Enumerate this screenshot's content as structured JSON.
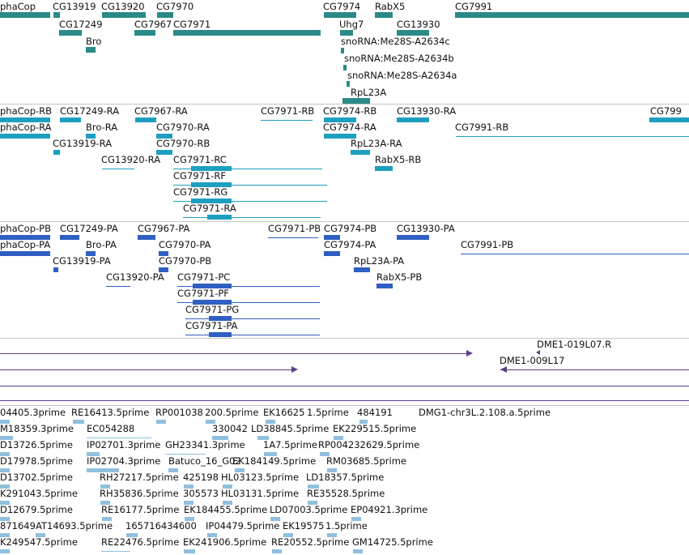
{
  "colors": {
    "gene": "#2a8a87",
    "cdna": "#1e9fc0",
    "protein": "#2f5fc2",
    "ests": "#8fc0dd",
    "bac": "#5b3f86",
    "separator": "#c4c4c4"
  },
  "genes": {
    "labels": [
      "phaCop",
      "CG13919",
      "CG13920",
      "CG7970",
      "CG17249",
      "Bro",
      "CG7967",
      "CG7971",
      "CG7974",
      "RabX5",
      "CG7991",
      "Uhg7",
      "CG13930",
      "snoRNA:Me28S-A2634c",
      "snoRNA:Me28S-A2634b",
      "snoRNA:Me28S-A2634a",
      "RpL23A"
    ]
  },
  "transcripts": {
    "labels": [
      "phaCop-RB",
      "phaCop-RA",
      "CG17249-RA",
      "Bro-RA",
      "CG13919-RA",
      "CG13920-RA",
      "CG7967-RA",
      "CG7970-RA",
      "CG7970-RB",
      "CG7971-RB",
      "CG7971-RC",
      "CG7971-RF",
      "CG7971-RG",
      "CG7971-RA",
      "CG7974-RB",
      "CG7974-RA",
      "CG13930-RA",
      "RpL23A-RA",
      "RabX5-RB",
      "CG799",
      "CG7991-RB"
    ]
  },
  "proteins": {
    "labels": [
      "phaCop-PB",
      "phaCop-PA",
      "CG17249-PA",
      "Bro-PA",
      "CG13919-PA",
      "CG13920-PA",
      "CG7967-PA",
      "CG7970-PA",
      "CG7970-PB",
      "CG7971-PB",
      "CG7971-PC",
      "CG7971-PF",
      "CG7971-PG",
      "CG7971-PA",
      "CG7974-PB",
      "CG7974-PA",
      "CG13930-PA",
      "RpL23A-PA",
      "RabX5-PB",
      "CG7991-PB"
    ]
  },
  "bacs": {
    "labels": [
      "DME1-019L07.R",
      "DME1-009L17"
    ]
  },
  "ests": {
    "labels": [
      "04405.3prime",
      "RE16413.5prime",
      "RP001038",
      "200.5prime",
      "EK16625",
      "1.5prime",
      "484191",
      "DMG1-chr3L.2.108.a.5prime",
      "M18359.3prime",
      "EC054288",
      "330042",
      "LD38845.5prime",
      "EK229515.5prime",
      "D13726.5prime",
      "IP02701.3prime",
      "GH23341.3prime",
      "1A7.5prime",
      "RP004232629.5prime",
      "D17978.5prime",
      "IP02704.3prime",
      "Batuco_16_G02",
      "EK184149.5prime",
      "RM03685.5prime",
      "D13702.5prime",
      "RH27217.5prime",
      "425198",
      "HL03123.5prime",
      "LD18357.5prime",
      "K291043.5prime",
      "RH35836.5prime",
      "305573",
      "HL03131.5prime",
      "RE35528.5prime",
      "D12679.5prime",
      "RE16177.5prime",
      "EK184455.5prime",
      "LD07003.5prime",
      "EP04921.3prime",
      "871649",
      "AT14693.5prime",
      "165716434600",
      "IP04479.5prime",
      "EK19575",
      "1.5prime",
      "K249547.5prime",
      "RE22476.5prime",
      "EK241906.5prime",
      "RE20552.5prime",
      "GM14725.5prime"
    ]
  }
}
